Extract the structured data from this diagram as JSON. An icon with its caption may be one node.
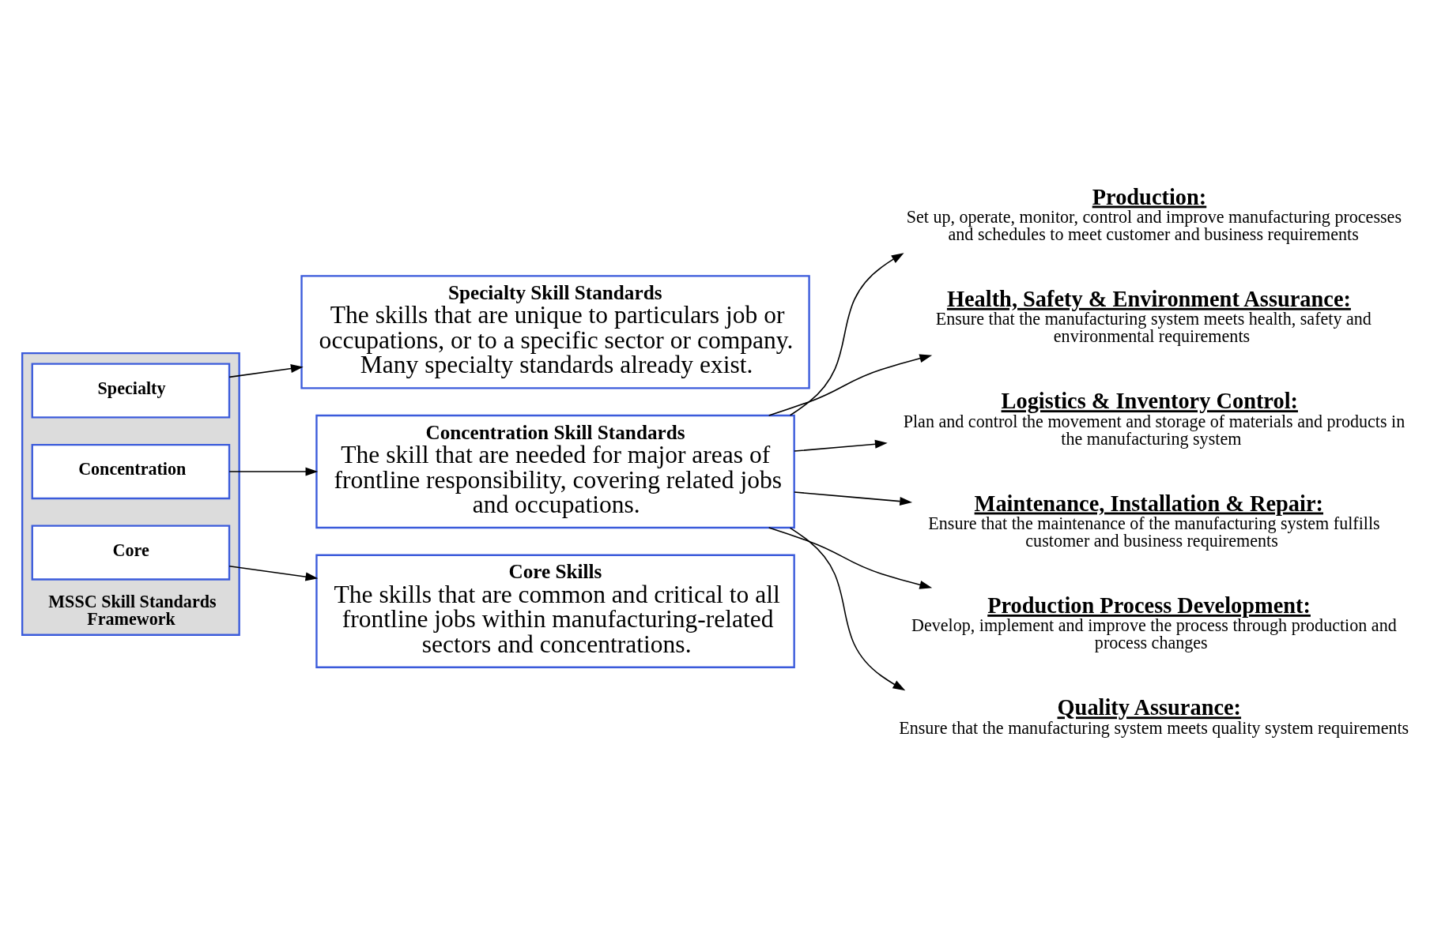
{
  "diagram": {
    "nodes": [
      {
        "text": [
          "MSSC Skill Standards Framework"
        ]
      },
      {
        "text": [
          "Specialty"
        ],
        "in": 0
      },
      {
        "text": [
          "Concentration"
        ],
        "in": 0
      },
      {
        "text": [
          "Core"
        ],
        "in": 0
      },
      {
        "text": [
          "Specialty Skill Standards",
          "The skills that are unique to particulars job or occupations, or to a specific sector or company. Many specialty standards already exist."
        ]
      },
      {
        "text": [
          "Concentration Skill Standards",
          "The skill that are needed for major areas of frontline responsibility, covering related jobs and occupations."
        ]
      },
      {
        "text": [
          "Core Skills",
          "The skills that are common and critical to all frontline jobs within manufacturing-related sectors and concentrations."
        ]
      },
      {
        "text": [
          "Production:",
          "Set up, operate, monitor, control and improve manufacturing processes and schedules to meet customer and business requirements"
        ]
      },
      {
        "text": [
          "Health, Safety & Environment Assurance:",
          "Ensure that the manufacturing system meets health, safety and environmental requirements"
        ]
      },
      {
        "text": [
          "Logistics & Inventory Control:",
          "Plan and control the movement and storage of materials and products in the manufacturing system"
        ]
      },
      {
        "text": [
          "Maintenance, Installation & Repair:",
          "Ensure that the maintenance of the manufacturing system fulfills customer and business requirements"
        ]
      },
      {
        "text": [
          "Production Process Development:",
          "Develop, implement and improve the process through production and process changes"
        ]
      },
      {
        "text": [
          "Quality Assurance:",
          "Ensure that the manufacturing system meets quality system requirements"
        ]
      }
    ],
    "edges": [
      {
        "from": 1,
        "to": 4,
        "arrow": "to"
      },
      {
        "from": 2,
        "to": 5,
        "arrow": "to"
      },
      {
        "from": 3,
        "to": 6,
        "arrow": "to"
      },
      {
        "from": 5,
        "to": 7,
        "arrow": "to"
      },
      {
        "from": 5,
        "to": 8,
        "arrow": "to"
      },
      {
        "from": 5,
        "to": 9,
        "arrow": "to"
      },
      {
        "from": 5,
        "to": 10,
        "arrow": "to"
      },
      {
        "from": 5,
        "to": 11,
        "arrow": "to"
      },
      {
        "from": 5,
        "to": 12,
        "arrow": "to"
      }
    ]
  }
}
